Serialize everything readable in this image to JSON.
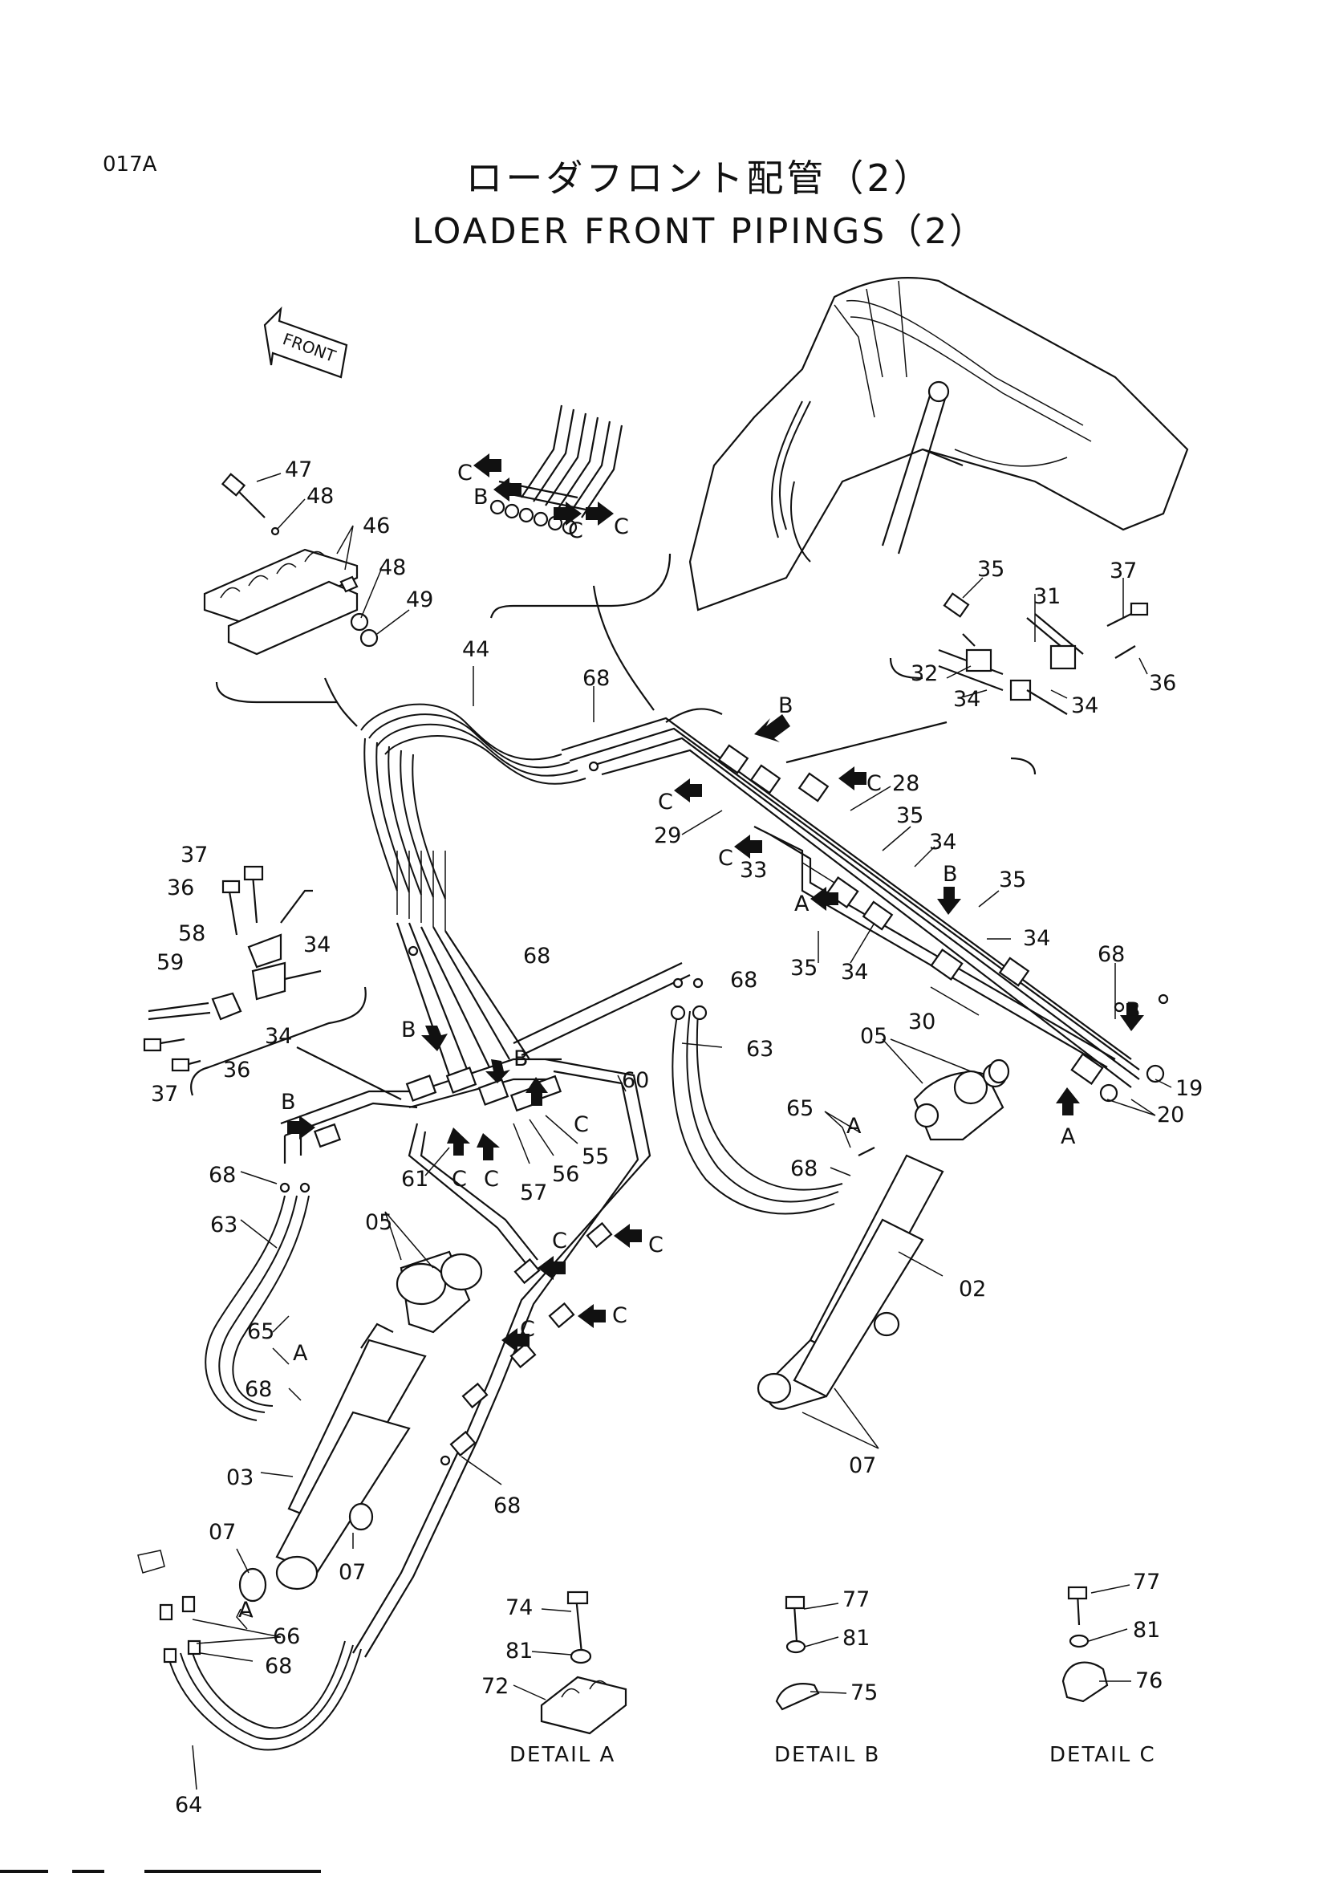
{
  "header": {
    "page_code": "017A",
    "title_jp": "ローダフロント配管（2）",
    "title_en": "LOADER FRONT PIPINGS（2）"
  },
  "orientation": {
    "front_label": "FRONT"
  },
  "part_labels": {
    "p47": "47",
    "p48a": "48",
    "p46": "46",
    "p48b": "48",
    "p49": "49",
    "p44": "44",
    "p68a": "68",
    "p35a": "35",
    "p31": "31",
    "p37a": "37",
    "p32": "32",
    "p34a": "34",
    "p34b": "34",
    "p36a": "36",
    "p28": "28",
    "p29": "29",
    "p35b": "35",
    "p34c": "34",
    "p33": "33",
    "p35c": "35",
    "p35d": "35",
    "p34d": "34",
    "p34e": "34",
    "p68b": "68",
    "p30": "30",
    "p19": "19",
    "p20": "20",
    "p37b": "37",
    "p36b": "36",
    "p58": "58",
    "p34f": "34",
    "p59": "59",
    "p34g": "34",
    "p37c": "37",
    "p36c": "36",
    "p68c": "68",
    "p68d": "68",
    "p63a": "63",
    "p05a": "05",
    "p65a": "65",
    "p68e": "68",
    "p02": "02",
    "p07a": "07",
    "p60": "60",
    "p55": "55",
    "p56": "56",
    "p57": "57",
    "p61": "61",
    "p68f": "68",
    "p63b": "63",
    "p05b": "05",
    "p65b": "65",
    "p68g": "68",
    "p03": "03",
    "p07b": "07",
    "p07c": "07",
    "p68h": "68",
    "p66": "66",
    "p68i": "68",
    "p64": "64",
    "p74": "74",
    "p81a": "81",
    "p72": "72",
    "p77a": "77",
    "p81b": "81",
    "p75": "75",
    "p77b": "77",
    "p81c": "81",
    "p76": "76"
  },
  "arrow_labels": {
    "a1": "C",
    "a2": "B",
    "a3": "C",
    "a4": "C",
    "a5": "B",
    "a6": "C",
    "a7": "C",
    "a8": "C",
    "a9": "B",
    "a10": "A",
    "a11": "B",
    "a12": "A",
    "a13": "B",
    "a14": "B",
    "a15": "C",
    "a16": "C",
    "a17": "C",
    "a18": "B",
    "a19": "C",
    "a20": "C",
    "a21": "C",
    "a22": "C",
    "a23": "A",
    "a24": "A",
    "a25": "A"
  },
  "details": {
    "a": "DETAIL  A",
    "b": "DETAIL  B",
    "c": "DETAIL  C"
  }
}
